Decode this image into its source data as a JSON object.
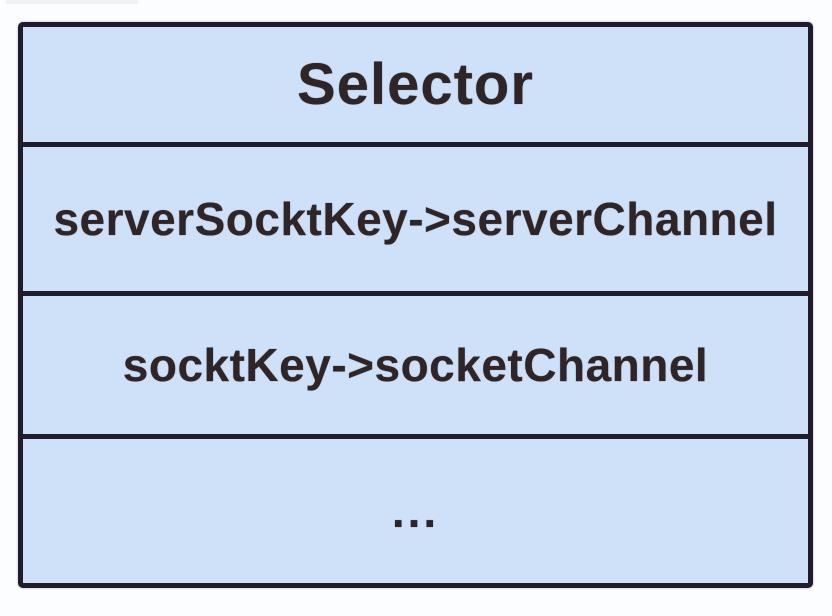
{
  "diagram": {
    "title": "Selector",
    "rows": [
      {
        "label": "serverSocktKey->serverChannel"
      },
      {
        "label": "socktKey->socketChannel"
      },
      {
        "label": "..."
      }
    ],
    "colors": {
      "page_bg": "#fcfdfe",
      "box_fill": "#cfe1f8",
      "box_border": "#1f1c2b",
      "text_color": "#2e2528"
    }
  }
}
